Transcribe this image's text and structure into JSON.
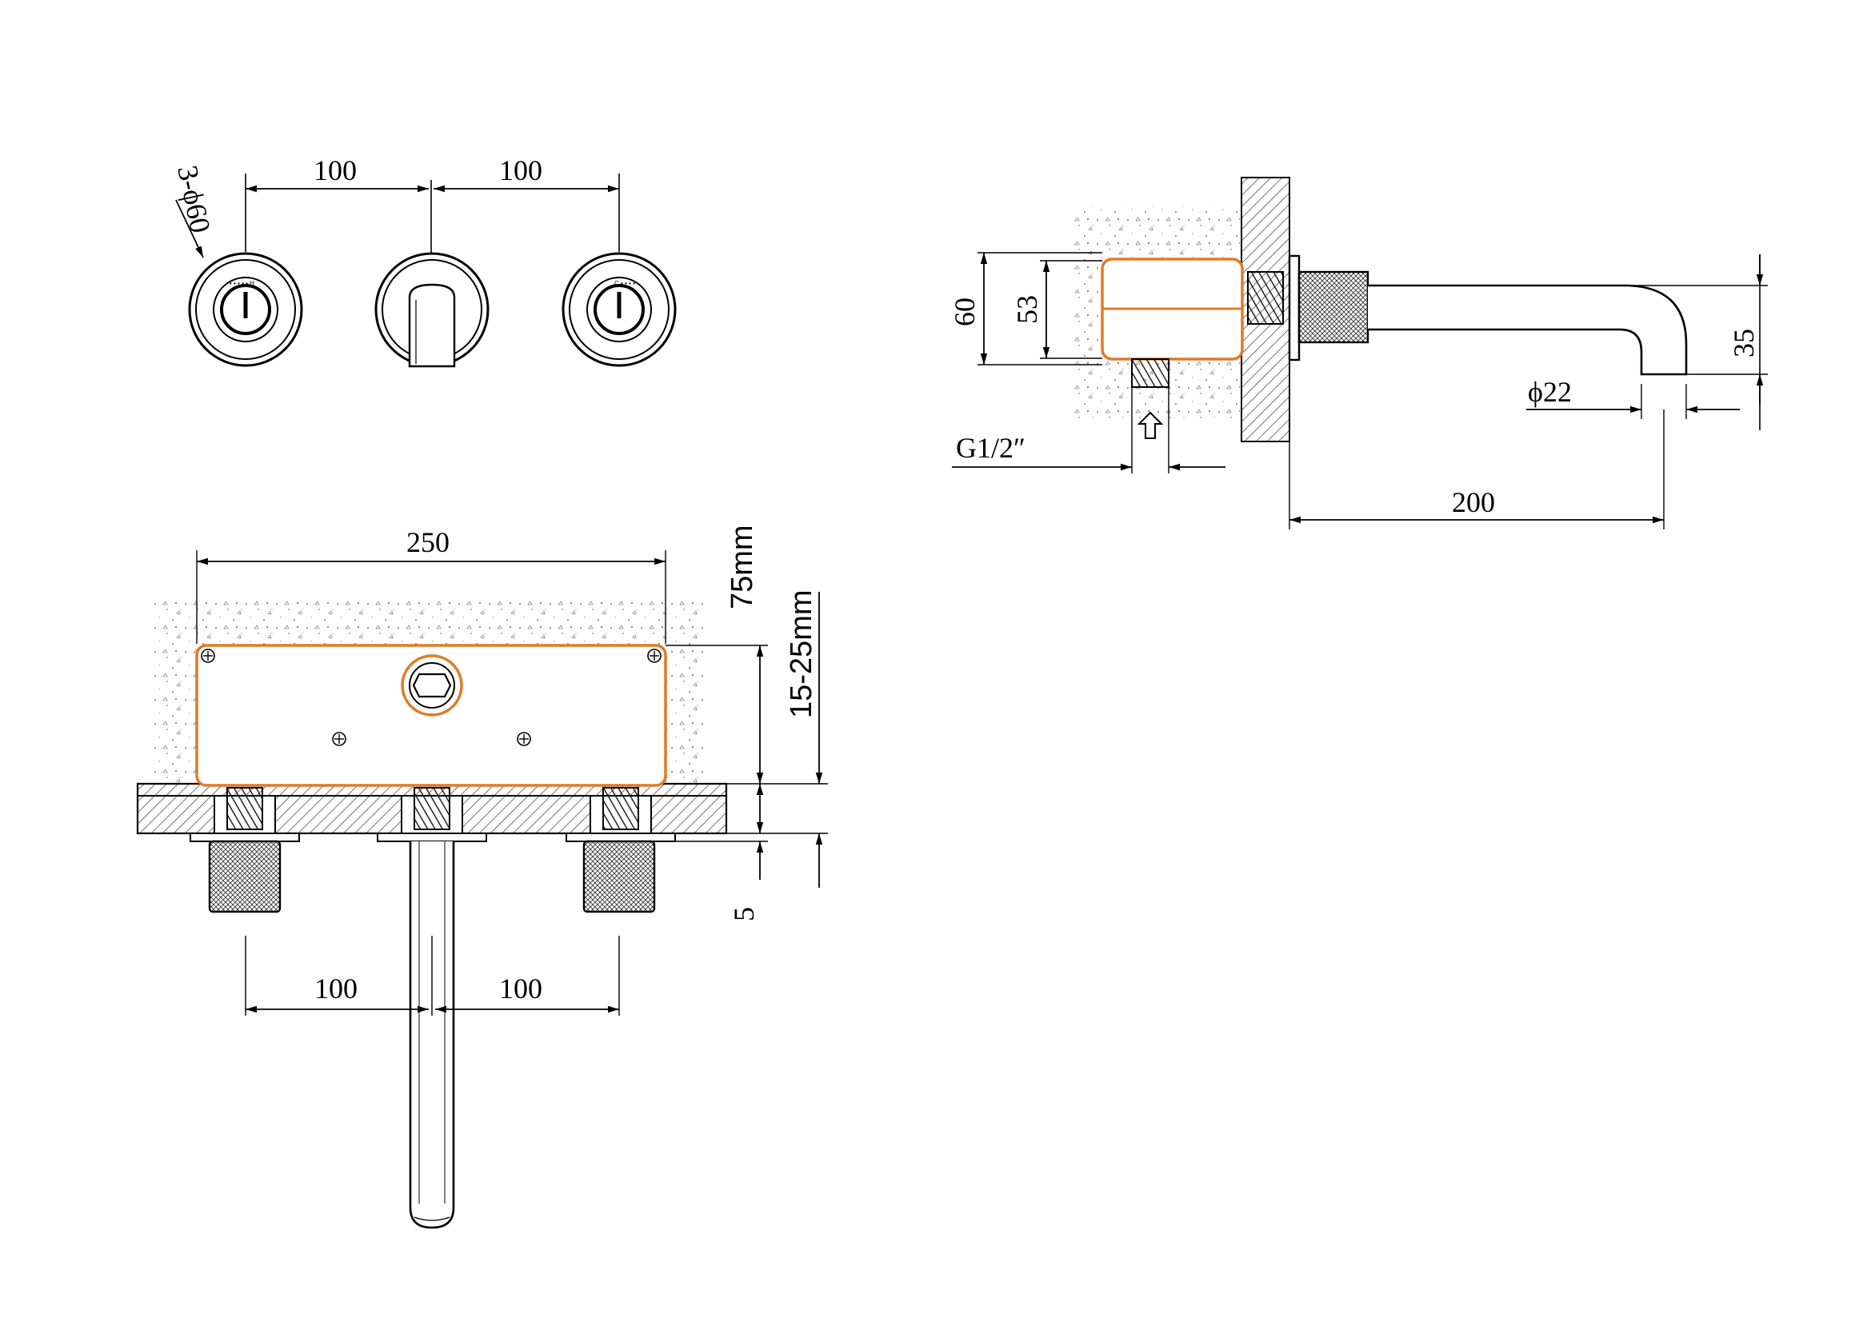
{
  "colors": {
    "line": "#000000",
    "accent": "#e07b27",
    "hatch": "#555555"
  },
  "front_view": {
    "spacing_left": "100",
    "spacing_right": "100",
    "hole_callout": "3-ϕ60"
  },
  "side_view": {
    "box_height": "60",
    "box_inner_height": "53",
    "inlet_thread": "G1/2″",
    "spout_drop": "35",
    "spout_diameter": "ϕ22",
    "spout_reach": "200"
  },
  "top_view": {
    "box_width": "250",
    "cover_depth": "75mm",
    "wall_thickness": "15-25mm",
    "flange_gap": "5",
    "spacing_left": "100",
    "spacing_right": "100"
  }
}
